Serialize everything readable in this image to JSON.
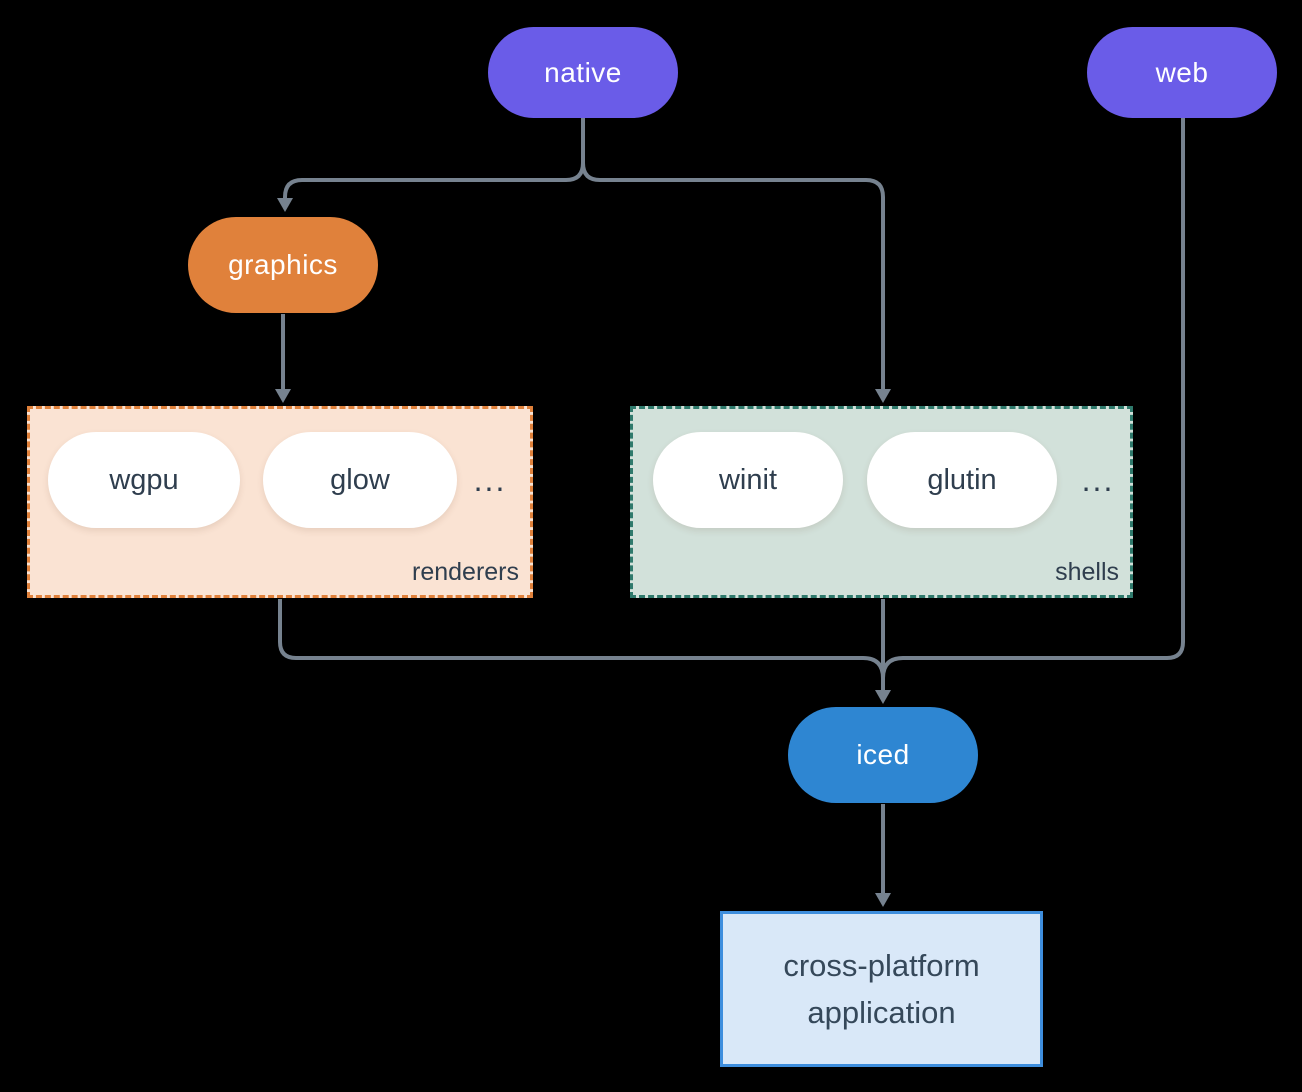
{
  "diagram": {
    "background_color": "#000000",
    "connector_color": "#76828f",
    "nodes": {
      "native": {
        "label": "native",
        "fill": "#6a5ce8",
        "text_color": "#ffffff"
      },
      "web": {
        "label": "web",
        "fill": "#6a5ce8",
        "text_color": "#ffffff"
      },
      "graphics": {
        "label": "graphics",
        "fill": "#e0813b",
        "text_color": "#ffffff"
      },
      "iced": {
        "label": "iced",
        "fill": "#2e86d2",
        "text_color": "#ffffff"
      },
      "application": {
        "line1": "cross-platform",
        "line2": "application",
        "fill": "#d9e8f8",
        "border_color": "#3e8edd",
        "text_color": "#35485a"
      }
    },
    "groups": {
      "renderers": {
        "label": "renderers",
        "fill": "#fae3d3",
        "border_color": "#e0813b",
        "item_fill": "#ffffff",
        "item_text_color": "#2f3e4e",
        "items": [
          {
            "label": "wgpu"
          },
          {
            "label": "glow"
          }
        ],
        "ellipsis": "..."
      },
      "shells": {
        "label": "shells",
        "fill": "#d2e1da",
        "border_color": "#2f7a6c",
        "item_fill": "#ffffff",
        "item_text_color": "#2f3e4e",
        "items": [
          {
            "label": "winit"
          },
          {
            "label": "glutin"
          }
        ],
        "ellipsis": "..."
      }
    },
    "edges": [
      {
        "from": "native",
        "to": "graphics"
      },
      {
        "from": "native",
        "to": "shells"
      },
      {
        "from": "graphics",
        "to": "renderers"
      },
      {
        "from": "renderers",
        "to": "iced"
      },
      {
        "from": "shells",
        "to": "iced"
      },
      {
        "from": "web",
        "to": "iced"
      },
      {
        "from": "iced",
        "to": "application"
      }
    ]
  }
}
